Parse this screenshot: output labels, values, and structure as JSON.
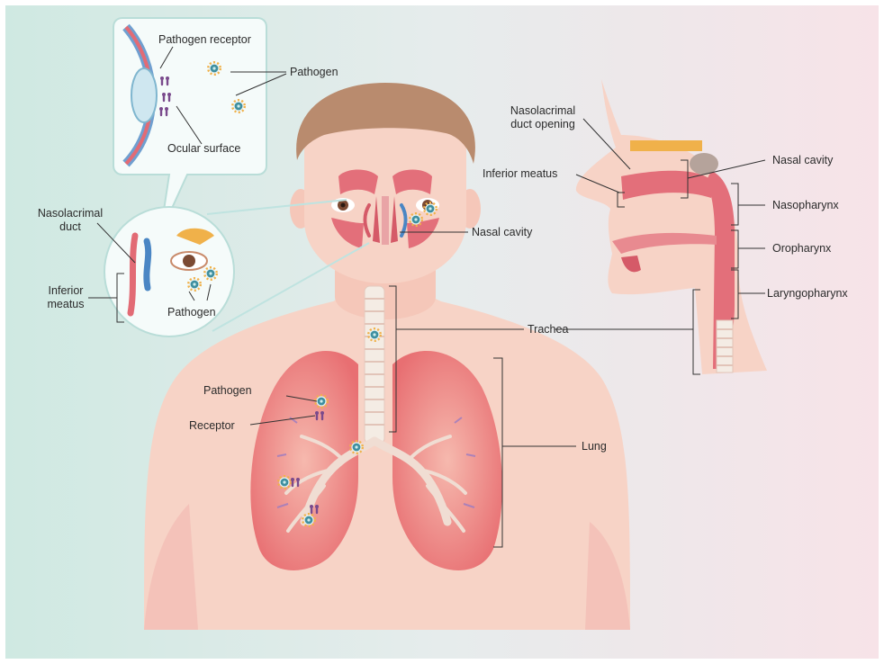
{
  "labels": {
    "pathogen_receptor": "Pathogen receptor",
    "pathogen_inset_top": "Pathogen",
    "ocular_surface": "Ocular surface",
    "nasolacrimal_duct_line1": "Nasolacrimal",
    "nasolacrimal_duct_line2": "duct",
    "inferior_meatus_left_line1": "Inferior",
    "inferior_meatus_left_line2": "meatus",
    "pathogen_inset_circle": "Pathogen",
    "nasal_cavity_front": "Nasal cavity",
    "trachea": "Trachea",
    "pathogen_lung": "Pathogen",
    "receptor_lung": "Receptor",
    "lung": "Lung",
    "nasolacrimal_opening_line1": "Nasolacrimal",
    "nasolacrimal_opening_line2": "duct opening",
    "inferior_meatus_side": "Inferior meatus",
    "nasal_cavity_side": "Nasal cavity",
    "nasopharynx": "Nasopharynx",
    "oropharynx": "Oropharynx",
    "laryngopharynx": "Laryngopharynx"
  },
  "colors": {
    "background_left": "#cfe9e2",
    "background_right": "#f7e3e8",
    "skin": "#f7d3c6",
    "hair": "#b98b6e",
    "lung": "#ec7d7c",
    "sinus": "#e36f7a",
    "duct_blue": "#4a86c4",
    "pathogen_core": "#3f8fa0",
    "pathogen_spike": "#f0b14a",
    "receptor": "#7a4a8c"
  }
}
